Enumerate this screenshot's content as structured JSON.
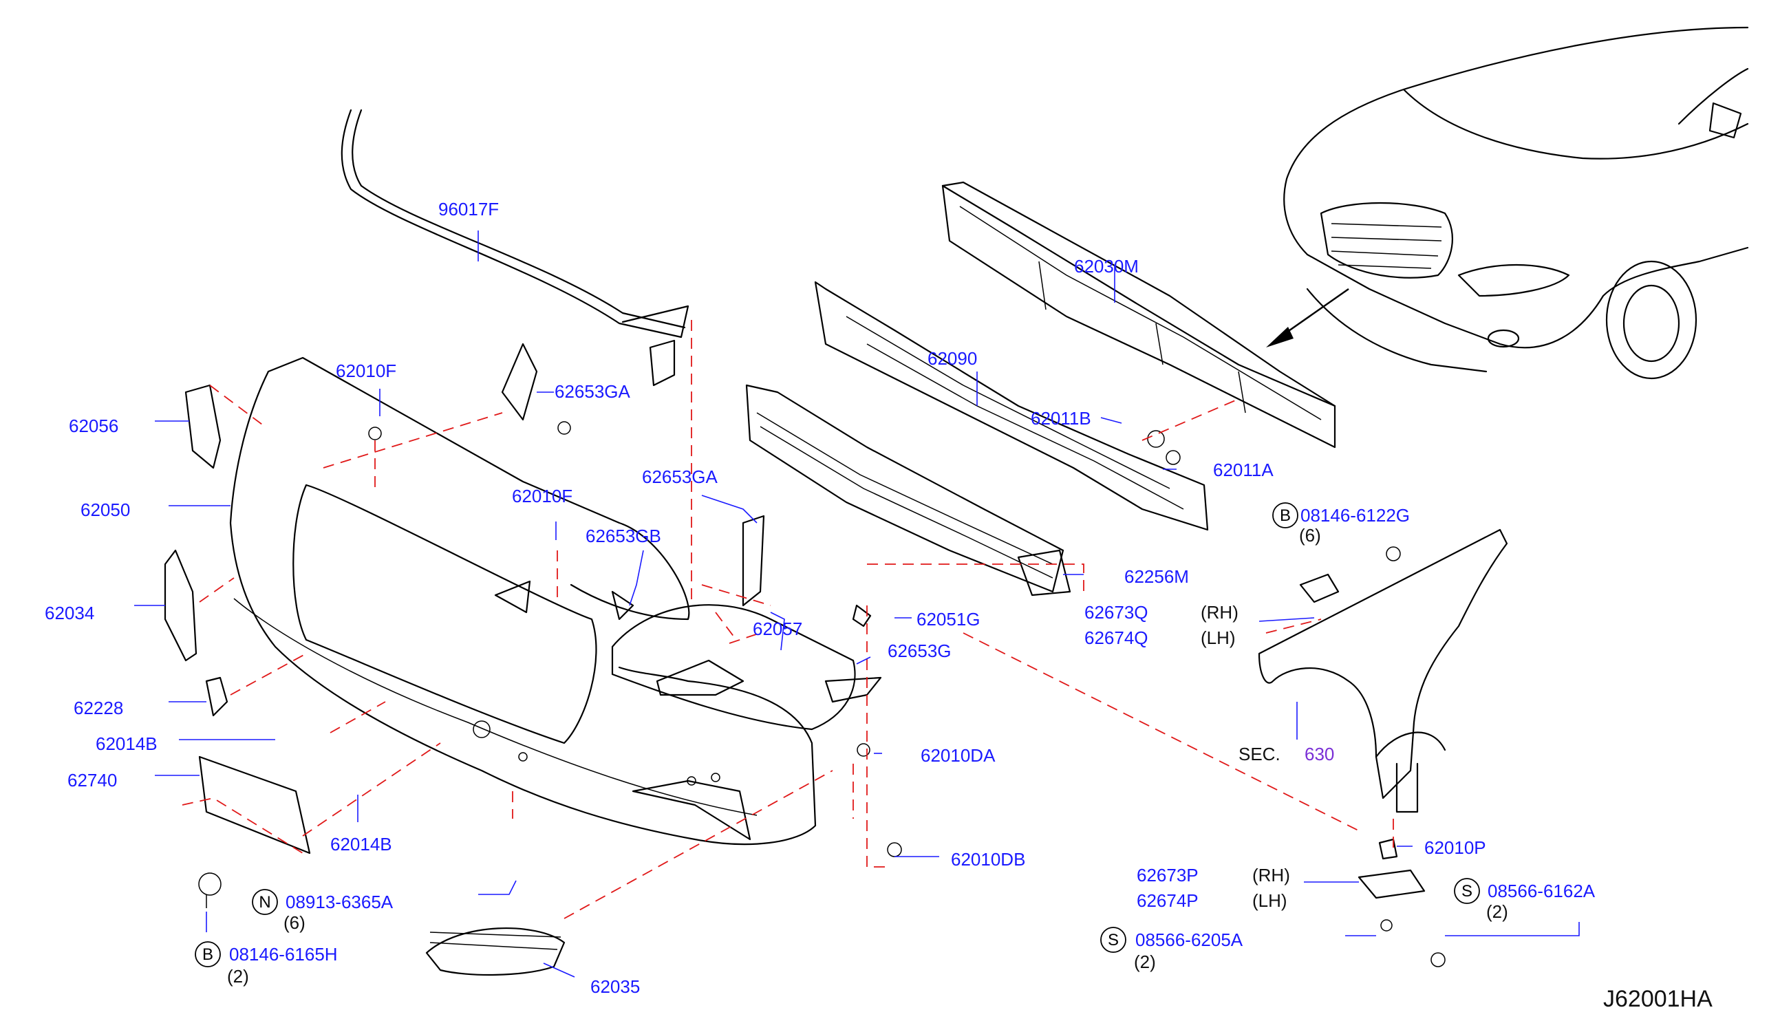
{
  "diagram_id": "J62001HA",
  "section": {
    "prefix": "SEC.",
    "number": "630"
  },
  "parts": [
    {
      "id": "p96017F",
      "label": "96017F"
    },
    {
      "id": "p62030M",
      "label": "62030M"
    },
    {
      "id": "p62090",
      "label": "62090"
    },
    {
      "id": "p62010F_a",
      "label": "62010F"
    },
    {
      "id": "p62653GA_a",
      "label": "62653GA"
    },
    {
      "id": "p62056",
      "label": "62056"
    },
    {
      "id": "p62011B",
      "label": "62011B"
    },
    {
      "id": "p62011A",
      "label": "62011A"
    },
    {
      "id": "p62653GA_b",
      "label": "62653GA"
    },
    {
      "id": "p62050",
      "label": "62050"
    },
    {
      "id": "p62010F_b",
      "label": "62010F"
    },
    {
      "id": "p62653GB",
      "label": "62653GB"
    },
    {
      "id": "p08146_6122G",
      "label": "08146-6122G"
    },
    {
      "id": "p62256M",
      "label": "62256M"
    },
    {
      "id": "p62034",
      "label": "62034"
    },
    {
      "id": "p62673Q",
      "label": "62673Q"
    },
    {
      "id": "p62674Q",
      "label": "62674Q"
    },
    {
      "id": "p62057",
      "label": "62057"
    },
    {
      "id": "p62051G",
      "label": "62051G"
    },
    {
      "id": "p62653G",
      "label": "62653G"
    },
    {
      "id": "p62228",
      "label": "62228"
    },
    {
      "id": "p62014B_a",
      "label": "62014B"
    },
    {
      "id": "p62010DA",
      "label": "62010DA"
    },
    {
      "id": "p62740",
      "label": "62740"
    },
    {
      "id": "p62014B_b",
      "label": "62014B"
    },
    {
      "id": "p62010P",
      "label": "62010P"
    },
    {
      "id": "p62010DB",
      "label": "62010DB"
    },
    {
      "id": "p62673P",
      "label": "62673P"
    },
    {
      "id": "p62674P",
      "label": "62674P"
    },
    {
      "id": "p08913_6365A",
      "label": "08913-6365A"
    },
    {
      "id": "p08566_6162A",
      "label": "08566-6162A"
    },
    {
      "id": "p08146_6165H",
      "label": "08146-6165H"
    },
    {
      "id": "p08566_6205A",
      "label": "08566-6205A"
    },
    {
      "id": "p62035",
      "label": "62035"
    }
  ],
  "side_labels": {
    "rh_q": "(RH)",
    "lh_q": "(LH)",
    "rh_p": "(RH)",
    "lh_p": "(LH)"
  },
  "quantities": {
    "q_08146_6122G": "(6)",
    "q_08913_6365A": "(6)",
    "q_08566_6162A": "(2)",
    "q_08146_6165H": "(2)",
    "q_08566_6205A": "(2)"
  },
  "badges": {
    "b_08146_6122G": "B",
    "b_08913_6365A": "N",
    "b_08566_6162A": "S",
    "b_08146_6165H": "B",
    "b_08566_6205A": "S"
  }
}
